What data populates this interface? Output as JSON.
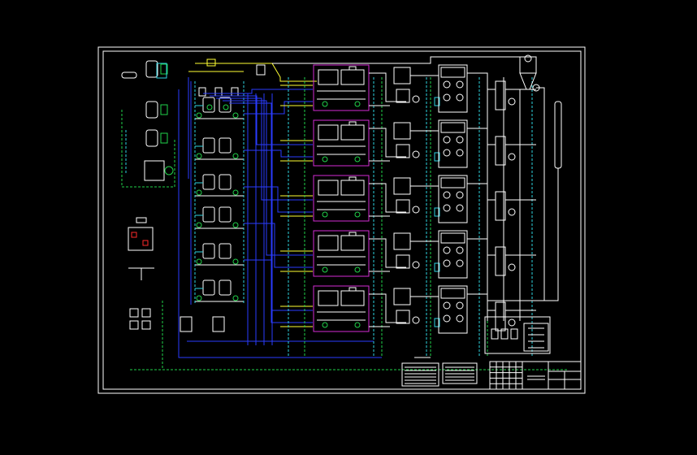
{
  "drawing": {
    "background": "#000000",
    "colors": {
      "frame": "#ffffff",
      "pipe_white": "#ffffff",
      "pipe_blue": "#2a3cff",
      "pipe_yellow": "#ffff33",
      "pipe_cyan": "#2ed3e0",
      "pipe_green": "#21d24a",
      "equipment_magenta": "#d42cd4",
      "equipment_red": "#ff2a2a",
      "equipment_cyan": "#2ed3e0"
    },
    "stages": 5,
    "left_column_units": 6,
    "title_block_cols": 5,
    "title_block_rows": 5
  }
}
